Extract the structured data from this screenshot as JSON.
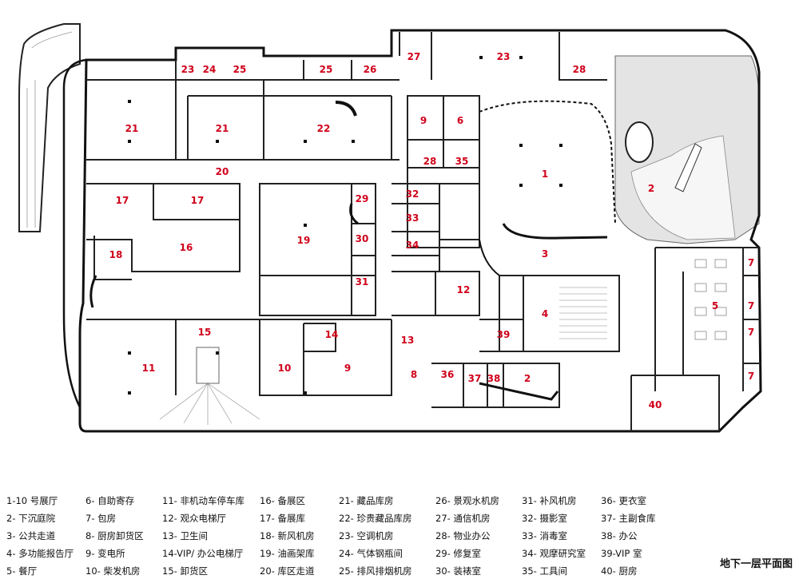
{
  "title": "地下一层平面图",
  "rooms": [
    {
      "n": "1"
    },
    {
      "n": "2"
    },
    {
      "n": "2"
    },
    {
      "n": "3"
    },
    {
      "n": "4"
    },
    {
      "n": "5"
    },
    {
      "n": "6"
    },
    {
      "n": "7"
    },
    {
      "n": "7"
    },
    {
      "n": "7"
    },
    {
      "n": "7"
    },
    {
      "n": "8"
    },
    {
      "n": "9"
    },
    {
      "n": "9"
    },
    {
      "n": "10"
    },
    {
      "n": "11"
    },
    {
      "n": "12"
    },
    {
      "n": "13"
    },
    {
      "n": "14"
    },
    {
      "n": "15"
    },
    {
      "n": "16"
    },
    {
      "n": "17"
    },
    {
      "n": "17"
    },
    {
      "n": "18"
    },
    {
      "n": "19"
    },
    {
      "n": "20"
    },
    {
      "n": "21"
    },
    {
      "n": "21"
    },
    {
      "n": "22"
    },
    {
      "n": "23"
    },
    {
      "n": "23"
    },
    {
      "n": "24"
    },
    {
      "n": "25"
    },
    {
      "n": "25"
    },
    {
      "n": "26"
    },
    {
      "n": "27"
    },
    {
      "n": "28"
    },
    {
      "n": "28"
    },
    {
      "n": "29"
    },
    {
      "n": "30"
    },
    {
      "n": "31"
    },
    {
      "n": "32"
    },
    {
      "n": "33"
    },
    {
      "n": "34"
    },
    {
      "n": "35"
    },
    {
      "n": "36"
    },
    {
      "n": "37"
    },
    {
      "n": "38"
    },
    {
      "n": "39"
    },
    {
      "n": "40"
    }
  ],
  "legend": [
    [
      "1-10 号展厅",
      "2- 下沉庭院",
      "3- 公共走道",
      "4- 多功能报告厅",
      "5- 餐厅"
    ],
    [
      "6- 自助寄存",
      "7- 包房",
      "8- 厨房卸货区",
      "9- 变电所",
      "10- 柴发机房"
    ],
    [
      "11- 非机动车停车库",
      "12- 观众电梯厅",
      "13- 卫生间",
      "14-VIP/ 办公电梯厅",
      "15- 卸货区"
    ],
    [
      "16- 备展区",
      "17- 备展库",
      "18- 新风机房",
      "19- 油画架库",
      "20- 库区走道"
    ],
    [
      "21- 藏品库房",
      "22- 珍贵藏品库房",
      "23- 空调机房",
      "24- 气体钢瓶间",
      "25- 排风排烟机房"
    ],
    [
      "26- 景观水机房",
      "27- 通信机房",
      "28- 物业办公",
      "29- 修复室",
      "30- 装裱室"
    ],
    [
      "31- 补风机房",
      "32- 摄影室",
      "33- 消毒室",
      "34- 观摩研究室",
      "35- 工具间"
    ],
    [
      "36- 更衣室",
      "37- 主副食库",
      "38- 办公",
      "39-VIP 室",
      "40- 厨房"
    ]
  ]
}
